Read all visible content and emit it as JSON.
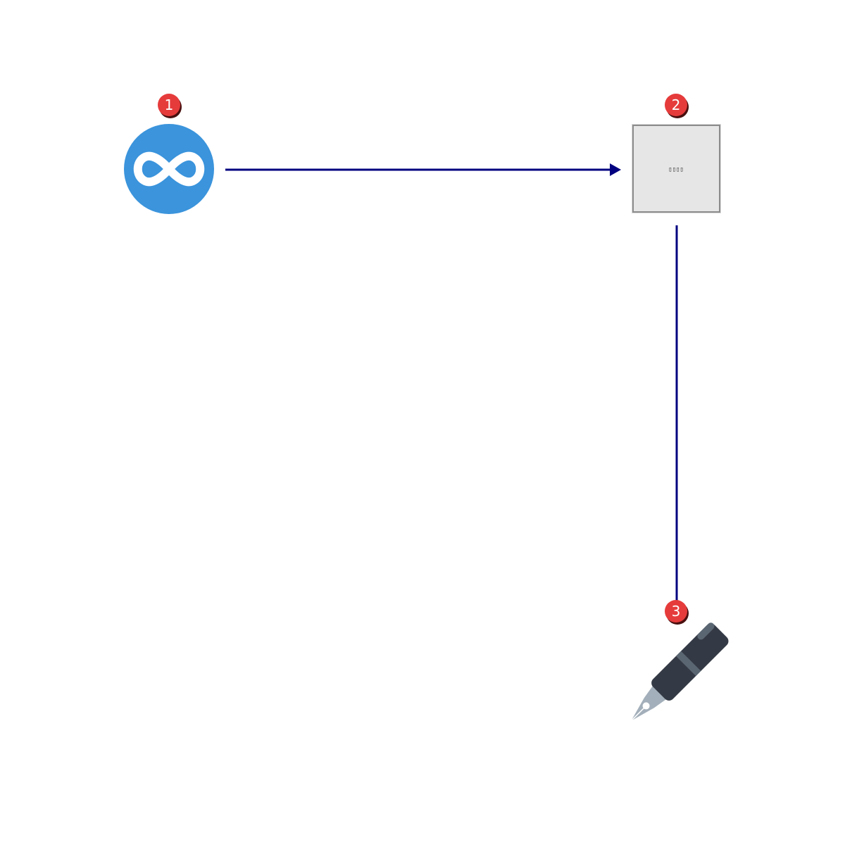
{
  "diagram": {
    "colors": {
      "edge": "#000080",
      "badge_fill": "#e63b3b",
      "badge_shadow": "#4a1010",
      "infinity_circle": "#3b94dc",
      "infinity_stroke": "#ffffff",
      "box_fill": "#e6e6e6",
      "box_border": "#8c8c8c",
      "pen_dark": "#343a45",
      "pen_band": "#5a6672",
      "pen_nib": "#a3afba"
    },
    "nodes": [
      {
        "id": "1",
        "badge": "1",
        "icon": "infinity-icon"
      },
      {
        "id": "2",
        "badge": "2",
        "icon": "generic-box-icon",
        "label": "▯▯▯▯"
      },
      {
        "id": "3",
        "badge": "3",
        "icon": "fountain-pen-icon"
      }
    ],
    "edges": [
      {
        "from": "1",
        "to": "2",
        "arrow": true
      },
      {
        "from": "2",
        "to": "3",
        "arrow": false
      }
    ]
  }
}
